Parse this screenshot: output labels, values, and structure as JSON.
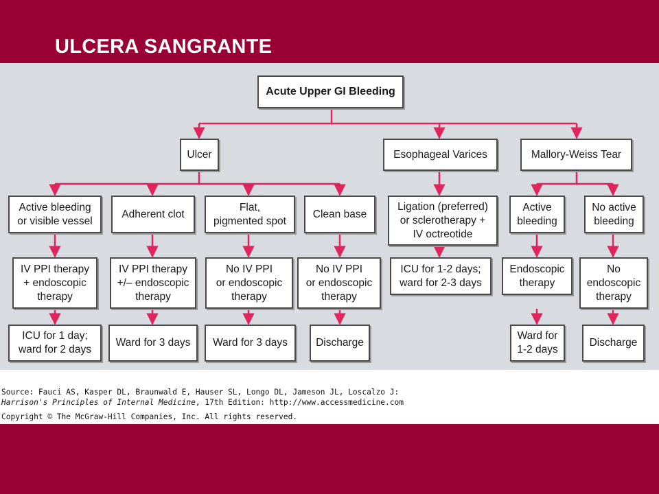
{
  "slide": {
    "title": "ULCERA SANGRANTE"
  },
  "colors": {
    "background": "#990033",
    "arrow": "#e0245e",
    "panel": "#d8dce0",
    "border": "#4a4a4a"
  },
  "diagram": {
    "root": "Acute Upper GI Bleeding",
    "ulcer": {
      "label": "Ulcer",
      "active": {
        "label": "Active bleeding\nor visible vessel",
        "therapy": "IV PPI therapy\n+ endoscopic\ntherapy",
        "outcome": "ICU for 1 day;\nward for 2 days"
      },
      "clot": {
        "label": "Adherent clot",
        "therapy": "IV PPI therapy\n+/– endoscopic\ntherapy",
        "outcome": "Ward for 3 days"
      },
      "flat": {
        "label": "Flat,\npigmented spot",
        "therapy": "No IV PPI\nor endoscopic\ntherapy",
        "outcome": "Ward for 3 days"
      },
      "clean": {
        "label": "Clean base",
        "therapy": "No IV PPI\nor endoscopic\ntherapy",
        "outcome": "Discharge"
      }
    },
    "varices": {
      "label": "Esophageal Varices",
      "therapy": "Ligation (preferred)\nor sclerotherapy +\nIV octreotide",
      "outcome": "ICU for 1-2 days;\nward for 2-3 days"
    },
    "mallory": {
      "label": "Mallory-Weiss Tear",
      "active": {
        "label": "Active\nbleeding",
        "therapy": "Endoscopic\ntherapy",
        "outcome": "Ward for\n1-2 days"
      },
      "inactive": {
        "label": "No active\nbleeding",
        "therapy": "No\nendoscopic\ntherapy",
        "outcome": "Discharge"
      }
    }
  },
  "source": {
    "line1": "Source: Fauci AS, Kasper DL, Braunwald E, Hauser SL, Longo DL, Jameson JL, Loscalzo J:",
    "line2_book": "Harrison's Principles of Internal Medicine",
    "line2_rest": ", 17th Edition: http://www.accessmedicine.com",
    "line3": "Copyright © The McGraw-Hill Companies, Inc. All rights reserved."
  }
}
